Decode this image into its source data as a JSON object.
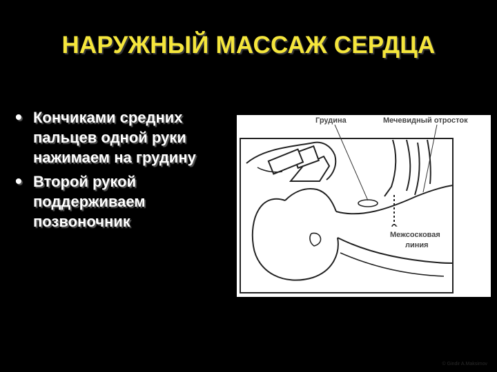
{
  "slide": {
    "title": "НАРУЖНЫЙ МАССАЖ СЕРДЦА",
    "bullets": [
      "Кончиками средних пальцев одной руки нажимаем на грудину",
      "Второй рукой поддерживаем позвоночник"
    ]
  },
  "figure": {
    "labels": {
      "sternum": "Грудина",
      "xiphoid": "Мечевидный отросток",
      "nipple_line_1": "Межсосковая",
      "nipple_line_2": "линия"
    }
  },
  "footer": {
    "credit": "© Gindir A.Maksimov"
  },
  "colors": {
    "background": "#000000",
    "title": "#f5e63c",
    "text": "#ffffff"
  }
}
